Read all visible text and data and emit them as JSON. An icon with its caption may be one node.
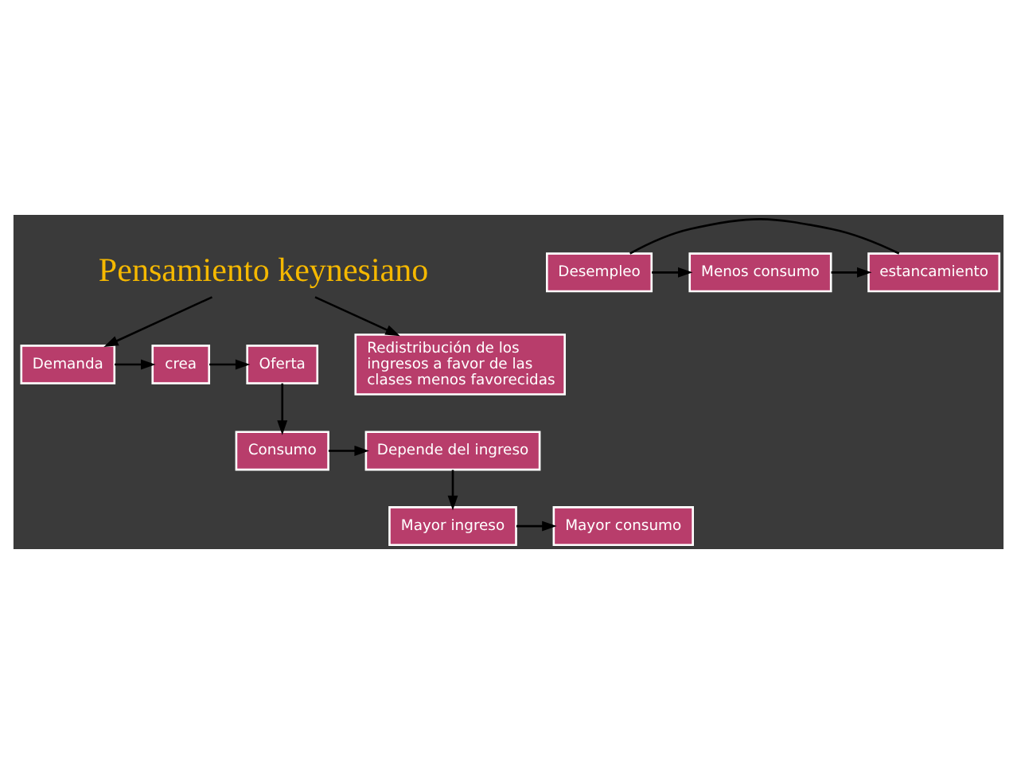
{
  "diagram": {
    "nodes": [
      {
        "text": [
          "Pensamiento keynesiano"
        ]
      },
      {
        "text": [
          "Demanda"
        ]
      },
      {
        "text": [
          "crea"
        ]
      },
      {
        "text": [
          "Oferta"
        ]
      },
      {
        "text": [
          "Redistribución de los ingresos a favor de las clases menos favorecidas"
        ]
      },
      {
        "text": [
          "Consumo"
        ]
      },
      {
        "text": [
          "Depende del ingreso"
        ]
      },
      {
        "text": [
          "Mayor ingreso"
        ]
      },
      {
        "text": [
          "Mayor consumo"
        ]
      },
      {
        "text": [
          "Desempleo"
        ]
      },
      {
        "text": [
          "Menos consumo"
        ]
      },
      {
        "text": [
          "estancamiento"
        ]
      }
    ],
    "edges": [
      {
        "from": 0,
        "to": 1,
        "arrow": "to"
      },
      {
        "from": 0,
        "to": 4,
        "arrow": "to"
      },
      {
        "from": 1,
        "to": 2,
        "arrow": "to"
      },
      {
        "from": 2,
        "to": 3,
        "arrow": "to"
      },
      {
        "from": 3,
        "to": 5,
        "arrow": "to"
      },
      {
        "from": 5,
        "to": 6,
        "arrow": "to"
      },
      {
        "from": 6,
        "to": 7,
        "arrow": "to"
      },
      {
        "from": 7,
        "to": 8,
        "arrow": "to"
      },
      {
        "from": 9,
        "to": 10,
        "arrow": "to"
      },
      {
        "from": 10,
        "to": 11,
        "arrow": "to"
      },
      {
        "from": 11,
        "to": 9,
        "arrow": "none"
      }
    ]
  }
}
